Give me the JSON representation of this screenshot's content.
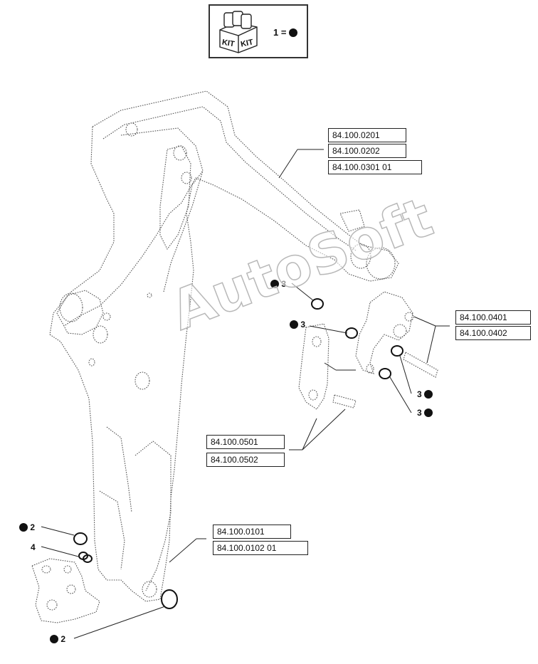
{
  "kit_legend": {
    "badge": "KIT",
    "label": "1 ="
  },
  "ref_boxes": {
    "top": [
      "84.100.0201",
      "84.100.0202",
      "84.100.0301 01"
    ],
    "right": [
      "84.100.0401",
      "84.100.0402"
    ],
    "middle": [
      "84.100.0501",
      "84.100.0502"
    ],
    "bottom": [
      "84.100.0101",
      "84.100.0102 01"
    ]
  },
  "callouts": {
    "c3_top": "3",
    "c3_mid": "3",
    "c3_right_a": "3",
    "c3_right_b": "3",
    "c2_left": "2",
    "c4_left": "4",
    "c2_bottom": "2"
  },
  "watermark": "AutoSoft",
  "colors": {
    "line": "#222222",
    "dotted": "#555555",
    "watermark_stroke": "#b8b8b8"
  }
}
